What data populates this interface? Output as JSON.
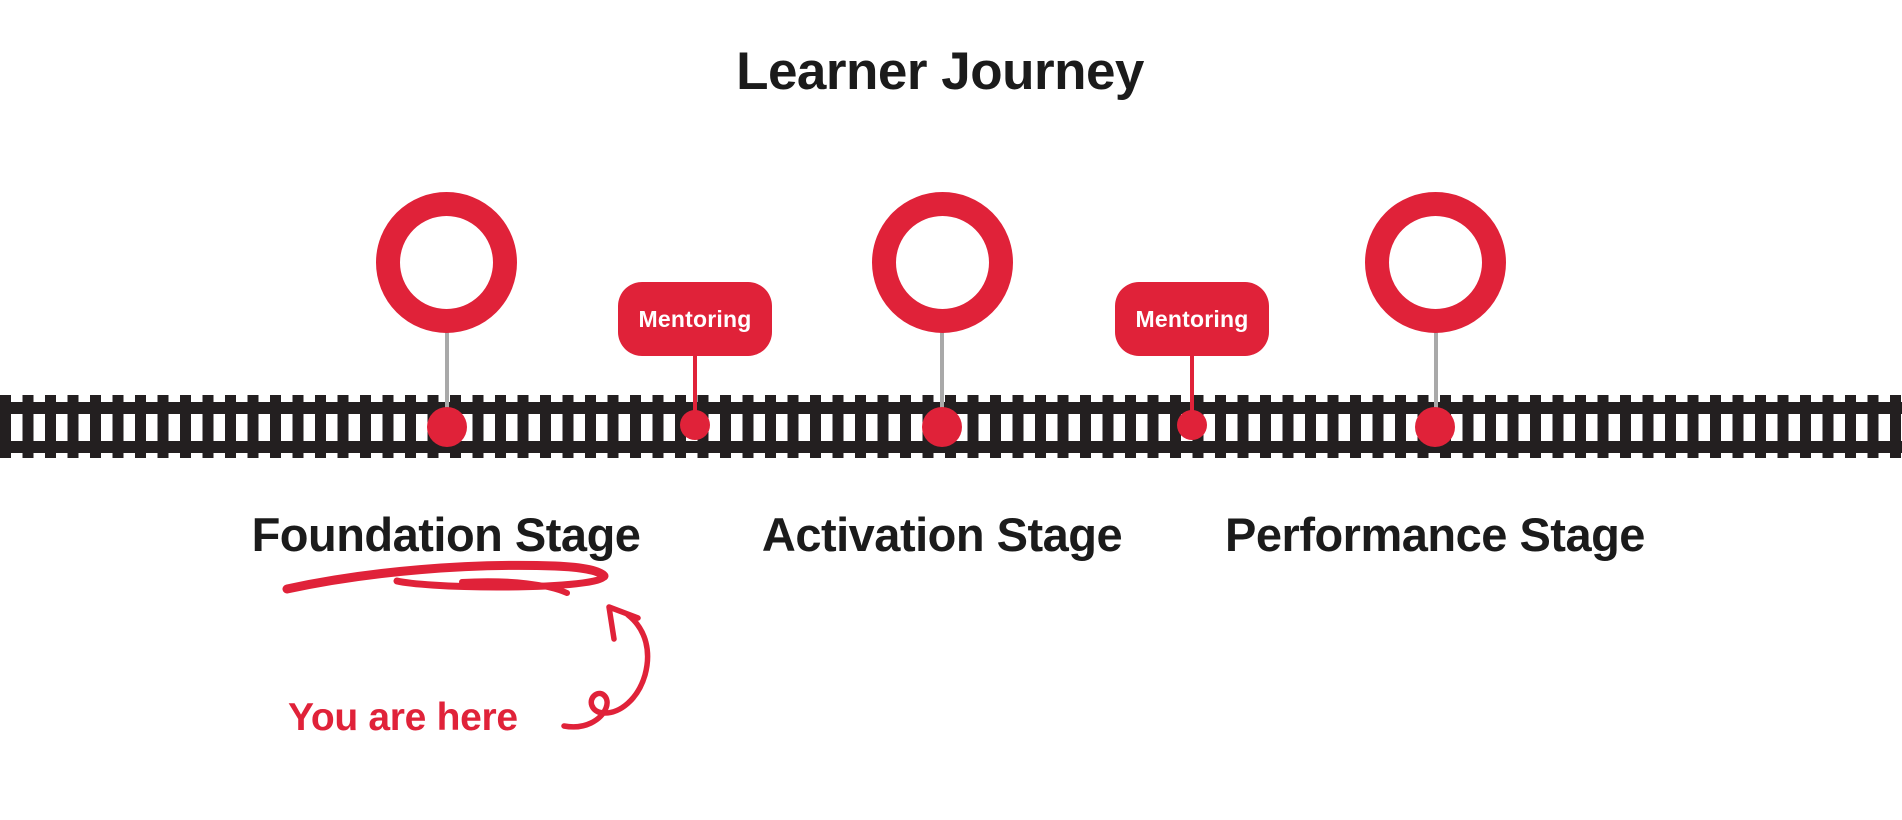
{
  "title": "Learner Journey",
  "diagram": {
    "type": "timeline",
    "metaphor": "railroad-track",
    "stages": [
      {
        "label": "Foundation Stage",
        "marker": "ring",
        "current": true
      },
      {
        "label": "Activation Stage",
        "marker": "ring",
        "current": false
      },
      {
        "label": "Performance Stage",
        "marker": "ring",
        "current": false
      }
    ],
    "connectors": [
      {
        "label": "Mentoring",
        "between": [
          "Foundation Stage",
          "Activation Stage"
        ]
      },
      {
        "label": "Mentoring",
        "between": [
          "Activation Stage",
          "Performance Stage"
        ]
      }
    ],
    "annotation": {
      "label": "You are here",
      "points_to": "Foundation Stage"
    }
  },
  "colors": {
    "accent_red": "#e02239",
    "track_black": "#231f20",
    "stem_gray": "#a9a9a9",
    "text_dark": "#1b1b1b",
    "background": "#ffffff"
  },
  "icons": {
    "stage_marker": "ring-circle-icon",
    "stop_marker": "filled-dot-icon",
    "annotation_arrow": "curly-arrow-icon",
    "emphasis": "hand-drawn-underline-icon"
  }
}
